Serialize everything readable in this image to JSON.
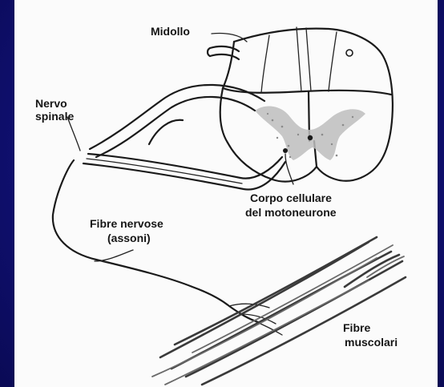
{
  "diagram": {
    "labels": {
      "midollo": "Midollo",
      "nervo_line1": "Nervo",
      "nervo_line2": "spinale",
      "corpo_line1": "Corpo cellulare",
      "corpo_line2": "del motoneurone",
      "fibre_nervose_line1": "Fibre nervose",
      "fibre_nervose_line2": "(assoni)",
      "fibre_muscolari_line1": "Fibre",
      "fibre_muscolari_line2": "muscolari"
    }
  },
  "colors": {
    "background": "#12127c",
    "panel": "#fbfbfb",
    "ink": "#151515"
  }
}
